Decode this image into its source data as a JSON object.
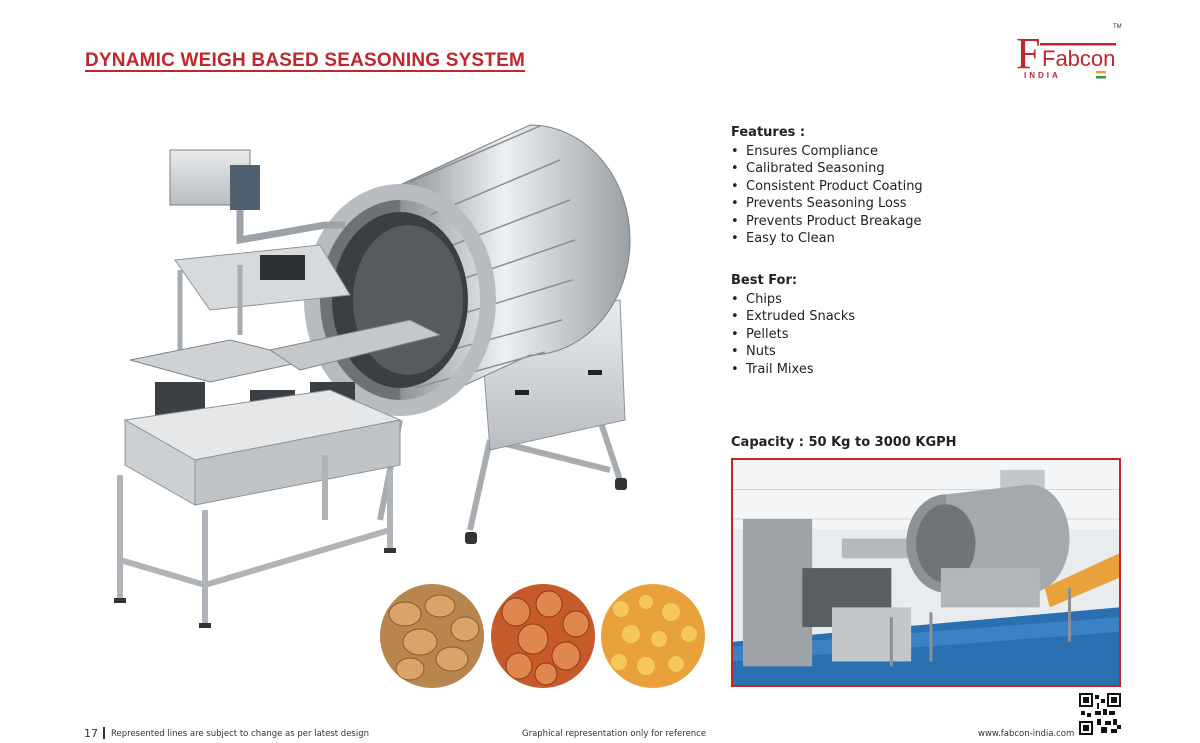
{
  "title": "DYNAMIC WEIGH BASED SEASONING SYSTEM",
  "logo": {
    "brand": "Fabcon",
    "sub": "INDIA",
    "tm": "TM"
  },
  "features": {
    "heading": "Features :",
    "items": [
      "Ensures Compliance",
      "Calibrated Seasoning",
      "Consistent Product Coating",
      "Prevents Seasoning Loss",
      "Prevents Product Breakage",
      "Easy to Clean"
    ]
  },
  "best_for": {
    "heading": "Best For:",
    "items": [
      "Chips",
      "Extruded Snacks",
      "Pellets",
      "Nuts",
      "Trail Mixes"
    ]
  },
  "capacity": "Capacity : 50 Kg to 3000 KGPH",
  "footer": {
    "page_number": "17",
    "disclaimer_left": "Represented lines are subject to change as per latest design",
    "disclaimer_center": "Graphical representation only for reference",
    "website": "www.fabcon-india.com"
  },
  "colors": {
    "accent": "#c0272d",
    "steel": "#c9cccf",
    "snack_orange": "#e9a23b"
  }
}
